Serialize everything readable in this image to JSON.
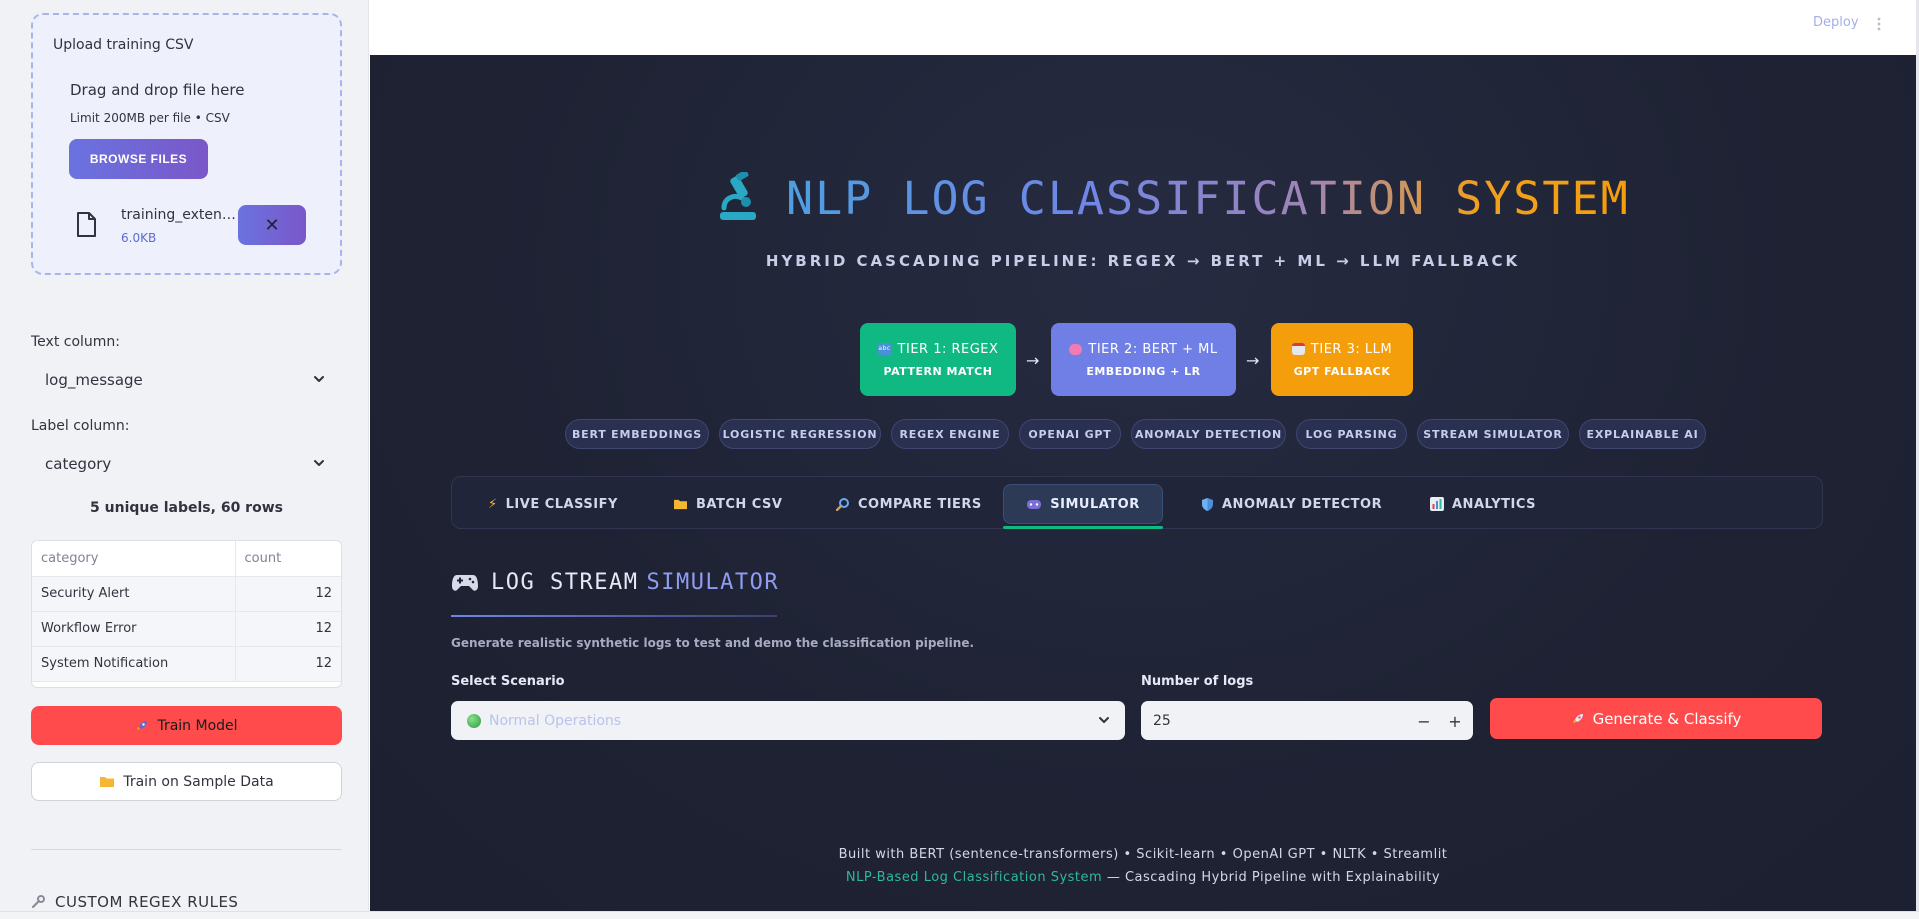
{
  "sidebar": {
    "uploader": {
      "title": "Upload training CSV",
      "drag_text": "Drag and drop file here",
      "limit_text": "Limit 200MB per file • CSV",
      "browse_label": "BROWSE FILES",
      "file_name": "training_exten…",
      "file_size": "6.0KB",
      "remove_symbol": "✕"
    },
    "text_column": {
      "label": "Text column:",
      "value": "log_message"
    },
    "label_column": {
      "label": "Label column:",
      "value": "category"
    },
    "unique_info": "5 unique labels, 60 rows",
    "table": {
      "headers": [
        "category",
        "count"
      ],
      "rows": [
        [
          "Security Alert",
          "12"
        ],
        [
          "Workflow Error",
          "12"
        ],
        [
          "System Notification",
          "12"
        ]
      ]
    },
    "train_button": "Train Model",
    "sample_button": "Train on Sample Data",
    "regex_heading": "CUSTOM REGEX RULES"
  },
  "topbar": {
    "deploy_label": "Deploy"
  },
  "hero": {
    "title": "NLP LOG CLASSIFICATION SYSTEM",
    "subtitle": "HYBRID CASCADING PIPELINE: REGEX → BERT + ML → LLM FALLBACK",
    "tiers": [
      {
        "title": "TIER 1: REGEX",
        "sub": "PATTERN MATCH",
        "color": "#10b981",
        "icon": "abc-icon"
      },
      {
        "title": "TIER 2: BERT + ML",
        "sub": "EMBEDDING + LR",
        "color": "#6f7fe6",
        "icon": "brain-icon"
      },
      {
        "title": "TIER 3: LLM",
        "sub": "GPT FALLBACK",
        "color": "#f59e0b",
        "icon": "robot-icon"
      }
    ],
    "arrow": "→",
    "chips": [
      "BERT EMBEDDINGS",
      "LOGISTIC REGRESSION",
      "REGEX ENGINE",
      "OPENAI GPT",
      "ANOMALY DETECTION",
      "LOG PARSING",
      "STREAM SIMULATOR",
      "EXPLAINABLE AI"
    ]
  },
  "tabs": [
    {
      "label": "LIVE CLASSIFY",
      "icon": "lightning-icon"
    },
    {
      "label": "BATCH CSV",
      "icon": "folder-icon"
    },
    {
      "label": "COMPARE TIERS",
      "icon": "magnifier-icon"
    },
    {
      "label": "SIMULATOR",
      "icon": "gamepad-icon",
      "active": true
    },
    {
      "label": "ANOMALY DETECTOR",
      "icon": "shield-icon"
    },
    {
      "label": "ANALYTICS",
      "icon": "bar-chart-icon"
    }
  ],
  "simulator": {
    "title_word1": "LOG STREAM",
    "title_word2": "SIMULATOR",
    "description": "Generate realistic synthetic logs to test and demo the classification pipeline.",
    "scenario_label": "Select Scenario",
    "scenario_value": "Normal Operations",
    "count_label": "Number of logs",
    "count_value": "25",
    "minus": "−",
    "plus": "+",
    "generate_label": "Generate & Classify"
  },
  "footer": {
    "line1": "Built with BERT (sentence-transformers) • Scikit-learn • OpenAI GPT • NLTK • Streamlit",
    "line2_accent": "NLP-Based Log Classification System",
    "line2_rest": " — Cascading Hybrid Pipeline with Explainability"
  },
  "colors": {
    "primary_button": "#ff4b4b",
    "accent_green": "#10b981",
    "accent_blue": "#6f7fe6",
    "accent_orange": "#f59e0b",
    "main_bg": "#1e2233"
  }
}
